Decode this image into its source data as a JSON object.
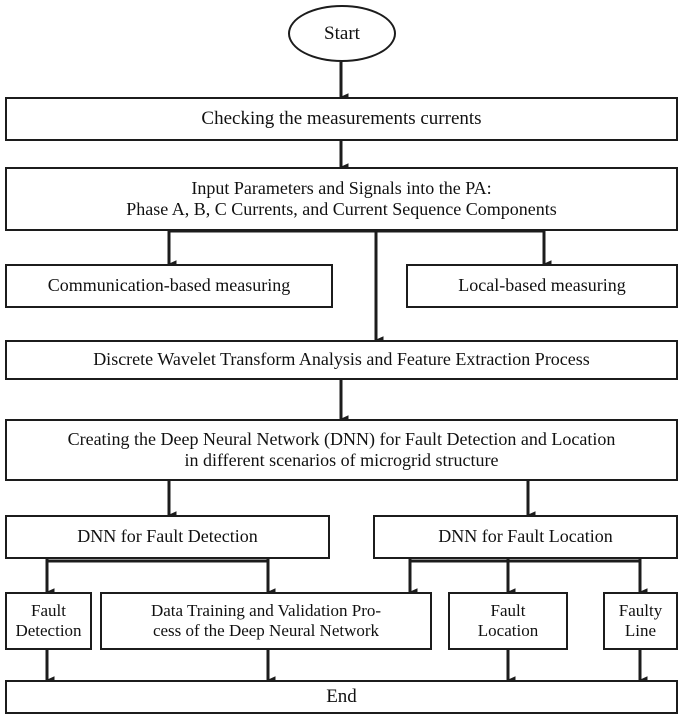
{
  "diagram": {
    "title": "Fault detection and location flowchart",
    "stroke_color": "#1c1c1c",
    "background_color": "#ffffff",
    "text_color": "#111111"
  },
  "nodes": {
    "start": {
      "label": "Start"
    },
    "checking": {
      "label": "Checking the measurements currents"
    },
    "input_params": {
      "line1": "Input Parameters and Signals into the PA:",
      "line2": "Phase A, B, C Currents, and Current Sequence Components"
    },
    "communication_based": {
      "label": "Communication-based measuring"
    },
    "local_based": {
      "label": "Local-based measuring"
    },
    "dwt": {
      "label": "Discrete Wavelet Transform Analysis and Feature Extraction Process"
    },
    "creating_dnn": {
      "line1": "Creating the Deep Neural Network (DNN) for Fault Detection and Location",
      "line2": "in different scenarios of microgrid structure"
    },
    "dnn_detection": {
      "label": "DNN for Fault Detection"
    },
    "dnn_location": {
      "label": "DNN for Fault Location"
    },
    "fault_detection": {
      "line1": "Fault",
      "line2": "Detection"
    },
    "data_training": {
      "line1": "Data Training and Validation Pro-",
      "line2": "cess of the Deep Neural Network"
    },
    "fault_location": {
      "line1": "Fault",
      "line2": "Location"
    },
    "faulty_line": {
      "line1": "Faulty",
      "line2": "Line"
    },
    "end": {
      "label": "End"
    }
  },
  "edges": [
    {
      "name": "start-to-checking",
      "from": "start",
      "to": "checking"
    },
    {
      "name": "checking-to-input",
      "from": "checking",
      "to": "input_params"
    },
    {
      "name": "input-to-communication",
      "from": "input_params",
      "to": "communication_based"
    },
    {
      "name": "input-to-local",
      "from": "input_params",
      "to": "local_based"
    },
    {
      "name": "input-to-dwt",
      "from": "input_params",
      "to": "dwt"
    },
    {
      "name": "dwt-to-creating-dnn",
      "from": "dwt",
      "to": "creating_dnn"
    },
    {
      "name": "creating-dnn-to-dnn-detection",
      "from": "creating_dnn",
      "to": "dnn_detection"
    },
    {
      "name": "creating-dnn-to-dnn-location",
      "from": "creating_dnn",
      "to": "dnn_location"
    },
    {
      "name": "dnn-detection-to-fault-detection",
      "from": "dnn_detection",
      "to": "fault_detection"
    },
    {
      "name": "dnn-detection-to-data-training",
      "from": "dnn_detection",
      "to": "data_training"
    },
    {
      "name": "dnn-location-to-data-training",
      "from": "dnn_location",
      "to": "data_training"
    },
    {
      "name": "dnn-location-to-fault-location",
      "from": "dnn_location",
      "to": "fault_location"
    },
    {
      "name": "dnn-location-to-faulty-line",
      "from": "dnn_location",
      "to": "faulty_line"
    },
    {
      "name": "fault-detection-to-end",
      "from": "fault_detection",
      "to": "end"
    },
    {
      "name": "data-training-to-end",
      "from": "data_training",
      "to": "end"
    },
    {
      "name": "fault-location-to-end",
      "from": "fault_location",
      "to": "end"
    },
    {
      "name": "faulty-line-to-end",
      "from": "faulty_line",
      "to": "end"
    }
  ]
}
